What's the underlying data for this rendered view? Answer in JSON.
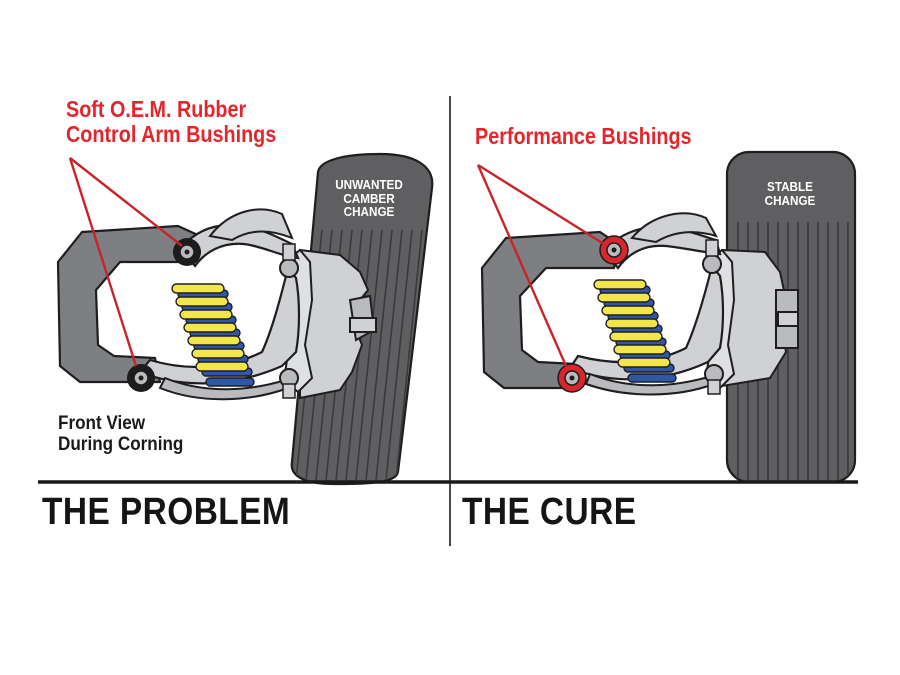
{
  "left_panel": {
    "callout_line1": "Soft O.E.M. Rubber",
    "callout_line2": "Control Arm Bushings",
    "tire_line1": "UNWANTED",
    "tire_line2": "CAMBER",
    "tire_line3": "CHANGE",
    "caption_line1": "Front View",
    "caption_line2": "During Corning",
    "title": "THE PROBLEM"
  },
  "right_panel": {
    "callout": "Performance Bushings",
    "tire_line1": "STABLE",
    "tire_line2": "CHANGE",
    "title": "THE CURE"
  },
  "colors": {
    "callout_red": "#e3262c",
    "tire": "#5f5f61",
    "frame": "#7d7f83",
    "arm": "#cfd1d4",
    "spring_yellow": "#f2e64c",
    "spring_blue": "#2f57a6",
    "oem_bushing": "#1c1c1c",
    "performance_bushing": "#d9262c"
  }
}
